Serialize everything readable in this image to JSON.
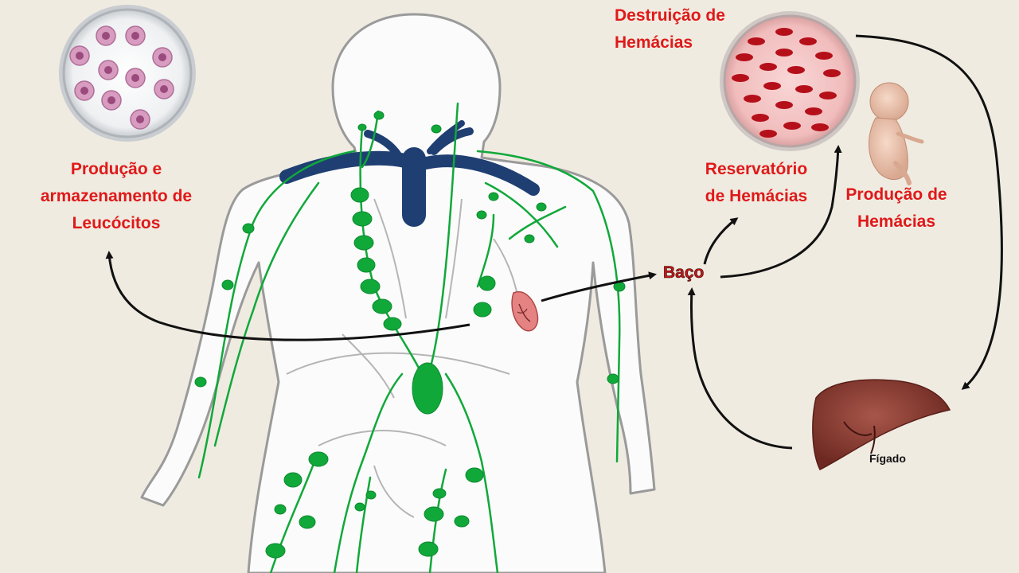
{
  "colors": {
    "label_red": "#e01919",
    "lymph_green": "#11a83a",
    "vein_blue": "#1f3f73",
    "arrow_black": "#111111",
    "background": "#efebe1"
  },
  "icons": {
    "body": "human-body-lymphatic-system",
    "leukocytes": "leukocyte-dish",
    "erythrocytes": "erythrocyte-dish",
    "spleen": "spleen-organ",
    "fetus": "fetus",
    "liver": "liver-organ"
  },
  "labels": {
    "leukocytes": [
      "Produção e",
      "armazenamento de",
      "Leucócitos"
    ],
    "destruction": [
      "Destruição de",
      "Hemácias"
    ],
    "reservoir": [
      "Reservatório",
      "de Hemácias"
    ],
    "production": [
      "Produção de",
      "Hemácias"
    ],
    "spleen": "Baço",
    "liver": "Fígado"
  }
}
